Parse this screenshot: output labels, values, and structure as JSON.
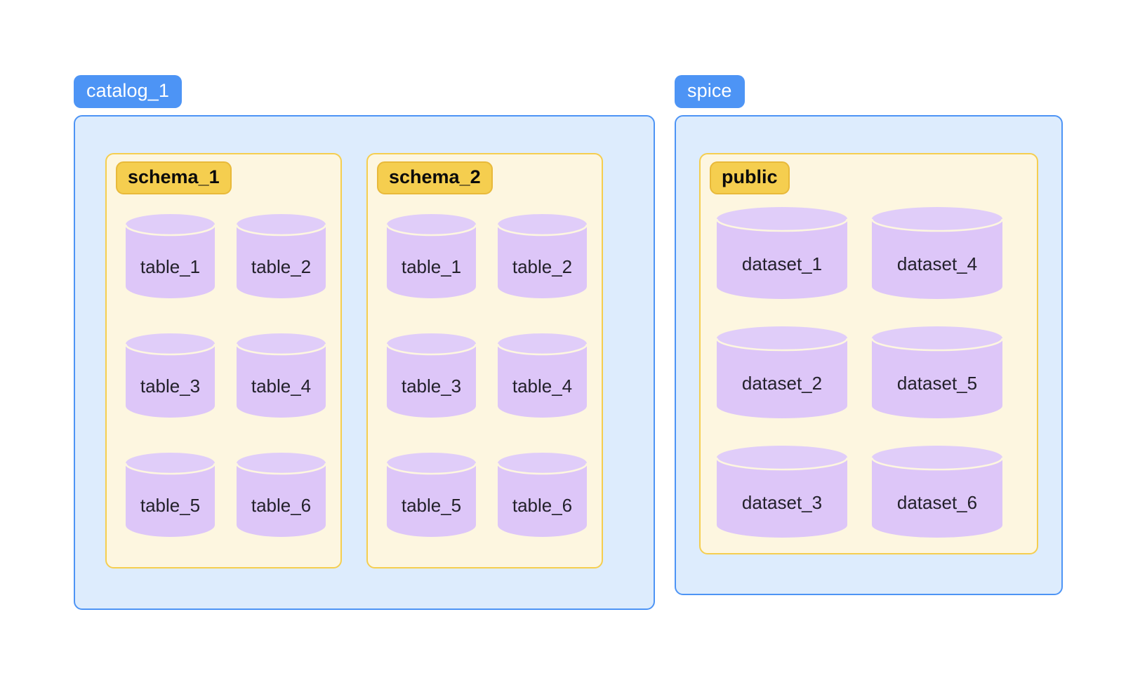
{
  "diagram": {
    "title_colors": {
      "group_pill_bg": "#4d94f5",
      "group_body_bg": "#ddecfd",
      "group_body_border": "#4d94f5",
      "schema_bg": "#fdf6e0",
      "schema_border": "#f5ce4f",
      "schema_pill_bg": "#f5ce4f",
      "schema_pill_border": "#e8b93a",
      "cylinder_body": "#ddc6f8",
      "cylinder_top": "#e0cdf9",
      "cylinder_seam": "#fdf6e0",
      "label_text": "#23212b",
      "page_bg": "#ffffff"
    },
    "groups": [
      {
        "name": "catalog_1",
        "schemas": [
          {
            "name": "schema_1",
            "objects": [
              "table_1",
              "table_2",
              "table_3",
              "table_4",
              "table_5",
              "table_6"
            ]
          },
          {
            "name": "schema_2",
            "objects": [
              "table_1",
              "table_2",
              "table_3",
              "table_4",
              "table_5",
              "table_6"
            ]
          }
        ]
      },
      {
        "name": "spice",
        "schemas": [
          {
            "name": "public",
            "objects": [
              "dataset_1",
              "dataset_4",
              "dataset_2",
              "dataset_5",
              "dataset_3",
              "dataset_6"
            ]
          }
        ]
      }
    ]
  }
}
